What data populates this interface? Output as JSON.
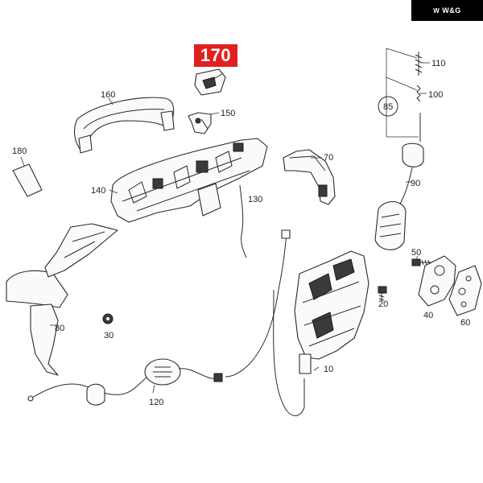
{
  "brand": {
    "mark": "W",
    "text": "W&G"
  },
  "highlighted_part": {
    "number": "170",
    "color": "#e0211f"
  },
  "parts": {
    "p10": "10",
    "p20": "20",
    "p30": "30",
    "p40": "40",
    "p50": "50",
    "p60": "60",
    "p70": "70",
    "p80": "80",
    "p85": "85",
    "p90": "90",
    "p100": "100",
    "p110": "110",
    "p120": "120",
    "p130": "130",
    "p140": "140",
    "p150": "150",
    "p160": "160",
    "p180": "180"
  }
}
